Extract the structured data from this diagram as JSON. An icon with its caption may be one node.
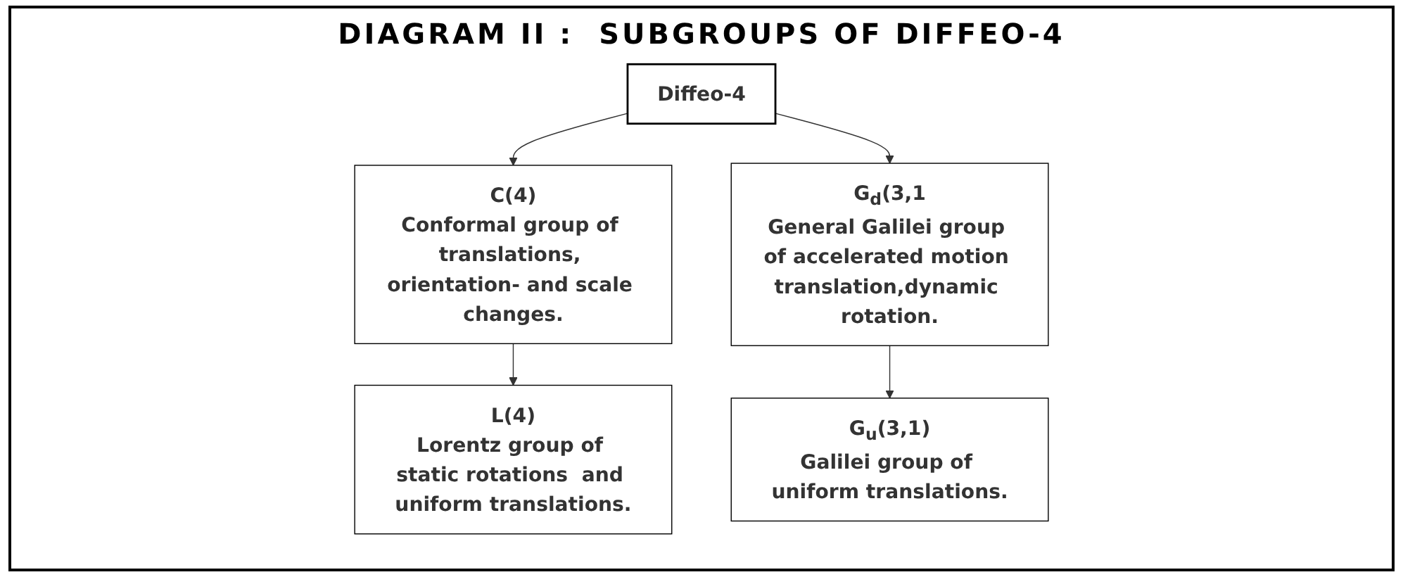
{
  "diagram": {
    "title": "DIAGRAM II :  SUBGROUPS OF DIFFEO-4",
    "nodes": [
      {
        "text": [
          "Diffeo-4"
        ]
      },
      {
        "text": [
          "C(4)",
          "Conformal group of translations, orientation- and scale changes."
        ]
      },
      {
        "text": [
          "G$_{d}$(3,1",
          "General Galilei group of accelerated motion translation,dynamic rotation."
        ]
      },
      {
        "text": [
          "L(4)",
          "Lorentz group of static rotations  and uniform translations."
        ]
      },
      {
        "text": [
          "G$_{u}$(3,1)",
          "Galilei group of uniform translations."
        ]
      }
    ],
    "edges": [
      {
        "from": 0,
        "to": 1,
        "arrow": "to"
      },
      {
        "from": 0,
        "to": 2,
        "arrow": "to"
      },
      {
        "from": 1,
        "to": 3,
        "arrow": "to"
      },
      {
        "from": 2,
        "to": 4,
        "arrow": "to"
      }
    ]
  }
}
